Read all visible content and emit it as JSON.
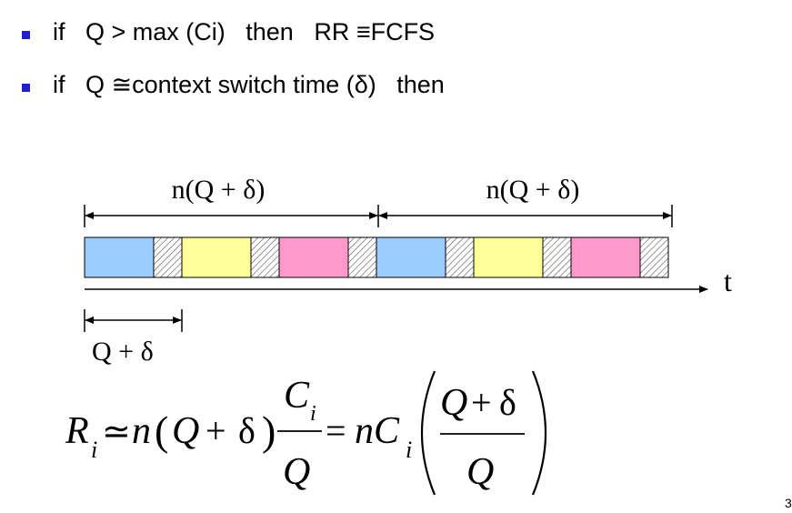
{
  "bullets": [
    {
      "text": "if   Q > max (Ci)   then   RR ≡FCFS"
    },
    {
      "text": "if   Q ≅context switch time (δ)   then"
    }
  ],
  "diagram": {
    "top_span_label_1": "n(Q + δ)",
    "top_span_label_2": "n(Q + δ)",
    "time_axis_label": "t",
    "slice_label": "Q + δ",
    "cycle_pattern": [
      "blue",
      "hatch",
      "yellow",
      "hatch",
      "pink",
      "hatch",
      "blue",
      "hatch",
      "yellow",
      "hatch",
      "pink",
      "hatch"
    ],
    "colors": {
      "blue": "#99ccff",
      "yellow": "#ffff99",
      "pink": "#ff99cc",
      "hatch_stroke": "#555555"
    }
  },
  "formula": {
    "R": "R",
    "R_sub": "i",
    "approx": "≃",
    "n1": "n",
    "lpar": "(",
    "Q1": "Q",
    "plus1": "+",
    "delta1": "δ",
    "rpar": ")",
    "Ci_top": "C",
    "Ci_top_sub": "i",
    "Q_den1": "Q",
    "equals": "=",
    "nC": "nC",
    "nC_sub": "i",
    "Q_num": "Q",
    "plus2": "+",
    "delta2": "δ",
    "Q_den2": "Q"
  },
  "page_number": "3"
}
